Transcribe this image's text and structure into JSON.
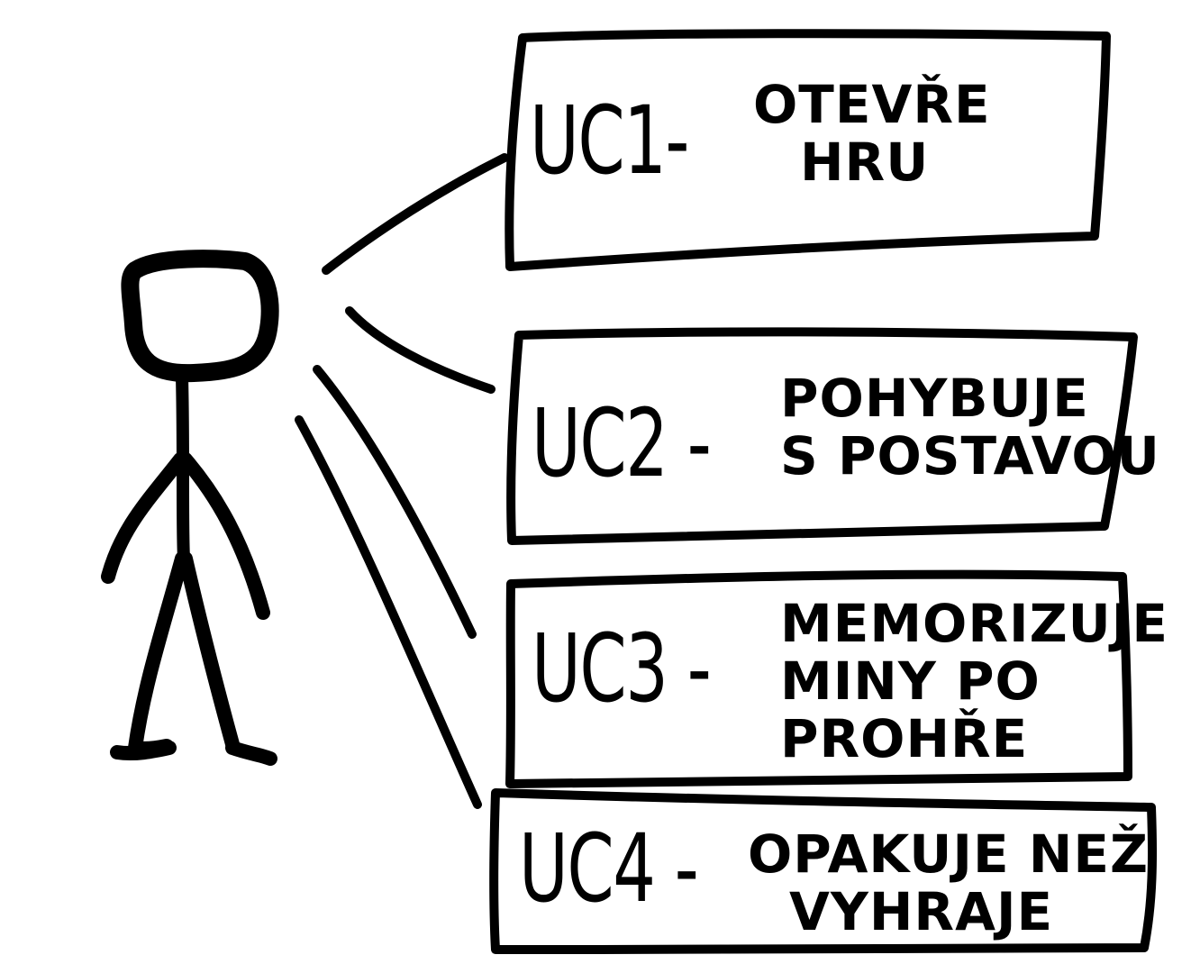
{
  "use_cases": [
    {
      "id": "UC1-",
      "lines": [
        "OTEVŘE",
        "HRU"
      ]
    },
    {
      "id": "UC2 -",
      "lines": [
        "POHYBUJE",
        "S POSTAVOU"
      ]
    },
    {
      "id": "UC3 -",
      "lines": [
        "MEMORIZUJE",
        "MINY PO",
        "PROHŘE"
      ]
    },
    {
      "id": "UC4 -",
      "lines": [
        "OPAKUJE NEŽ",
        "VYHRAJE"
      ]
    }
  ]
}
